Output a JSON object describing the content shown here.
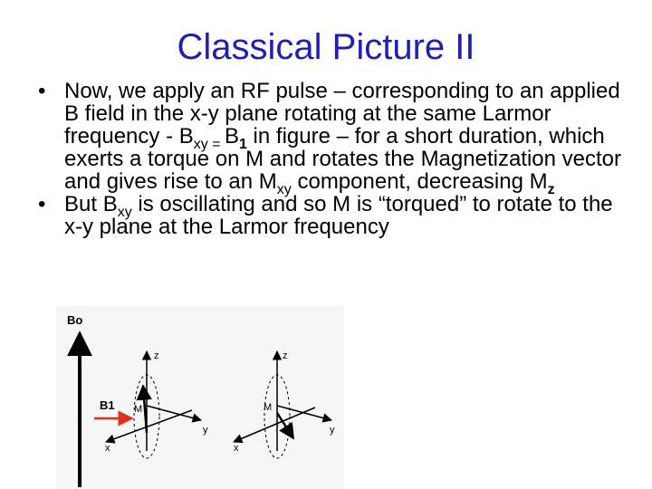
{
  "title": "Classical Picture II",
  "bullets": [
    {
      "segments": [
        {
          "text": "Now, we apply an RF pulse – corresponding to an applied B field in the x-y plane rotating at the same Larmor frequency - B",
          "sub": false
        },
        {
          "text": "xy",
          "sub": true
        },
        {
          "text": " = ",
          "sub": true
        },
        {
          "text": "B",
          "sub": false
        },
        {
          "text": "1",
          "sub": true,
          "bold": true
        },
        {
          "text": " in figure – for a short duration, which exerts a torque on M and rotates the Magnetization vector  and gives rise to an M",
          "sub": false
        },
        {
          "text": "xy",
          "sub": true
        },
        {
          "text": " component, decreasing M",
          "sub": false
        },
        {
          "text": "z",
          "sub": true,
          "bold": true
        }
      ]
    },
    {
      "segments": [
        {
          "text": "But B",
          "sub": false
        },
        {
          "text": "xy",
          "sub": true
        },
        {
          "text": " is oscillating and so M is “torqued” to rotate to the x-y plane at the Larmor frequency",
          "sub": false
        }
      ]
    }
  ],
  "figure": {
    "b0_label": "Bo",
    "b1_label": "B1",
    "z_label": "z",
    "x_label": "x",
    "y_label": "y",
    "m_label": "M",
    "b1_color": "#e03020"
  }
}
